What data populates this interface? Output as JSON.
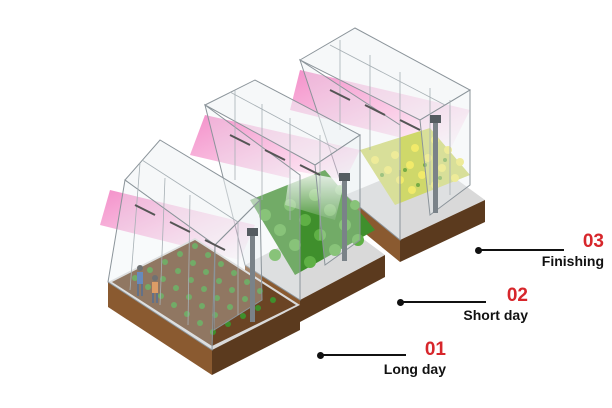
{
  "stages": [
    {
      "number": "01",
      "name": "Long day"
    },
    {
      "number": "02",
      "name": "Short day"
    },
    {
      "number": "03",
      "name": "Finishing"
    }
  ],
  "colors": {
    "accent_red": "#d7262b",
    "grow_light": "#f06bb8",
    "soil_dark": "#5b3a1e",
    "soil_light": "#8a5a30",
    "plant_green": "#3f8f2c",
    "flower_yellow": "#e7e15a",
    "glass": "#dfe6ea",
    "frame": "#8b949a"
  },
  "icons": {
    "workers": "people-icon",
    "irrigation": "water-spray-icon"
  }
}
